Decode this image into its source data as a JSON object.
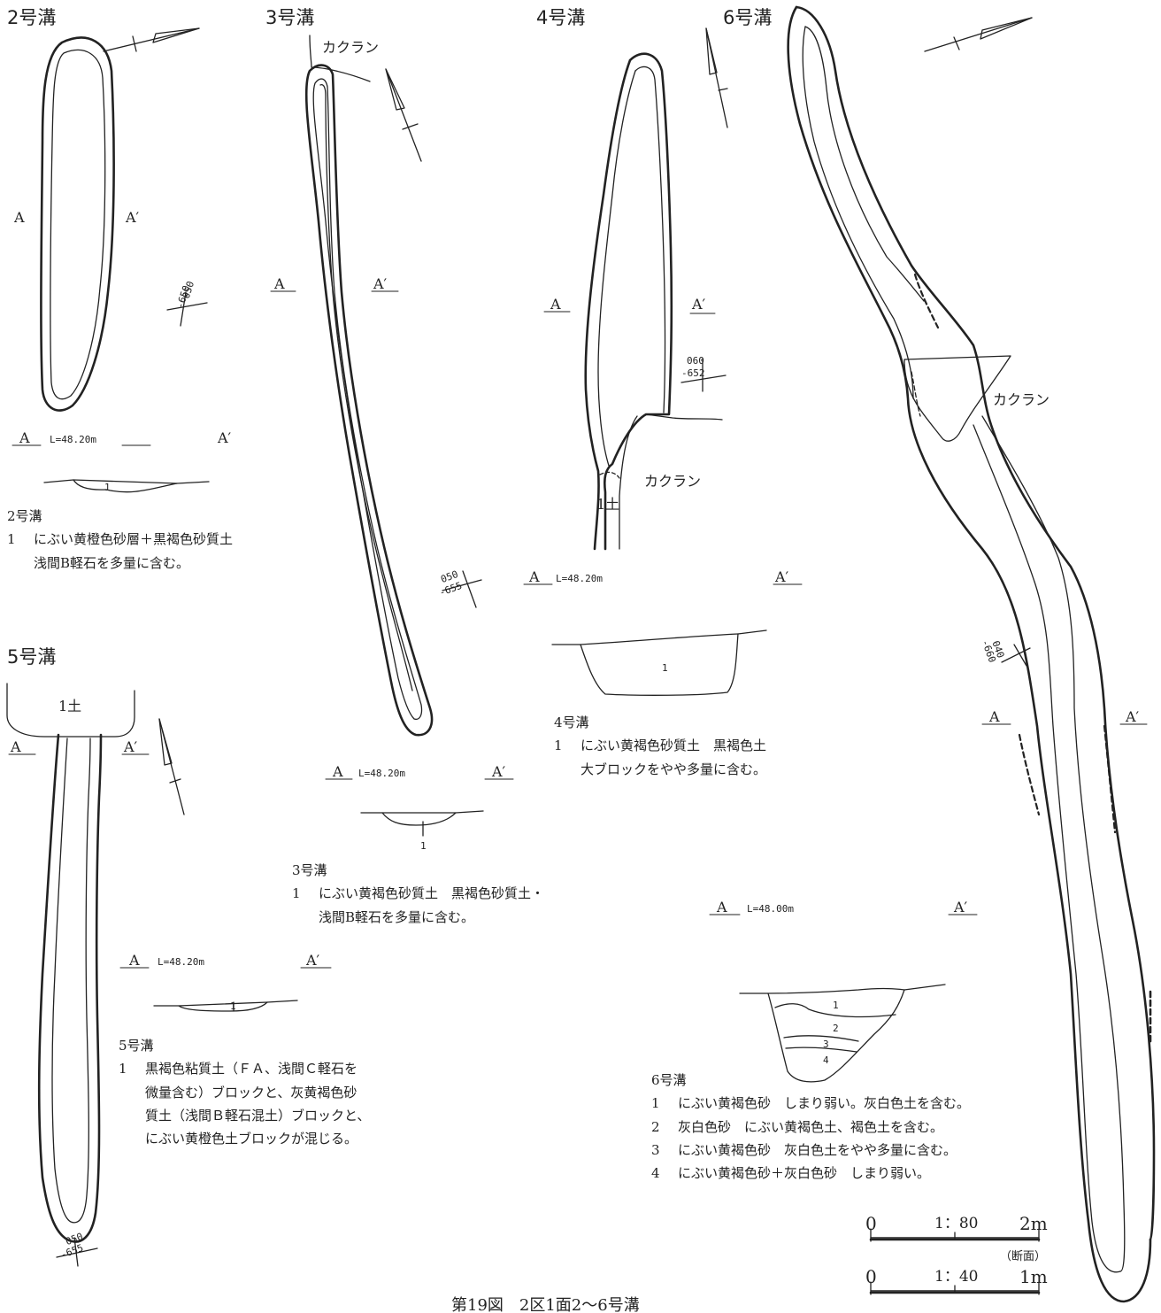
{
  "ditches": {
    "d2": {
      "title": "2号溝",
      "a": "A",
      "a2": "A′",
      "sec_a": "A",
      "sec_l": "L=48.20m",
      "sec_a2": "A′",
      "layer_no": "1",
      "grid_a": "050",
      "grid_b": "-650",
      "legend": {
        "title": "2号溝",
        "n1": "1",
        "l1": "にぶい黄橙色砂層＋黒褐色砂質土",
        "l2": "浅間B軽石を多量に含む。"
      }
    },
    "d3": {
      "title": "3号溝",
      "kakuran": "カクラン",
      "a": "A",
      "a2": "A′",
      "sec_a": "A",
      "sec_l": "L=48.20m",
      "sec_a2": "A′",
      "layer_no": "1",
      "grid_a": "050",
      "grid_b": "-655",
      "legend": {
        "title": "3号溝",
        "n1": "1",
        "l1": "にぶい黄褐色砂質土　黒褐色砂質土・",
        "l2": "浅間B軽石を多量に含む。"
      }
    },
    "d4": {
      "title": "4号溝",
      "kakuran": "カクラン",
      "soil": "1土",
      "a": "A",
      "a2": "A′",
      "sec_a": "A",
      "sec_l": "L=48.20m",
      "sec_a2": "A′",
      "layer_no": "1",
      "grid_a": "060",
      "grid_b": "-652",
      "legend": {
        "title": "4号溝",
        "n1": "1",
        "l1": "にぶい黄褐色砂質土　黒褐色土",
        "l2": "大ブロックをやや多量に含む。"
      }
    },
    "d5": {
      "title": "5号溝",
      "soil": "1土",
      "a": "A",
      "a2": "A′",
      "sec_a": "A",
      "sec_l": "L=48.20m",
      "sec_a2": "A′",
      "layer_no": "1",
      "grid_a": "050",
      "grid_b": "-655",
      "legend": {
        "title": "5号溝",
        "n1": "1",
        "l1": "黒褐色粘質土（ＦＡ、浅間Ｃ軽石を",
        "l2": "微量含む）ブロックと、灰黄褐色砂",
        "l3": "質土（浅間Ｂ軽石混土）ブロックと、",
        "l4": "にぶい黄橙色土ブロックが混じる。"
      }
    },
    "d6": {
      "title": "6号溝",
      "kakuran": "カクラン",
      "a": "A",
      "a2": "A′",
      "sec_a": "A",
      "sec_l": "L=48.00m",
      "sec_a2": "A′",
      "layers": [
        "1",
        "2",
        "3",
        "4"
      ],
      "grid_a": "040",
      "grid_b": "-660",
      "legend": {
        "title": "6号溝",
        "rows": [
          {
            "n": "1",
            "t": "にぶい黄褐色砂　しまり弱い。灰白色土を含む。"
          },
          {
            "n": "2",
            "t": "灰白色砂　にぶい黄褐色土、褐色土を含む。"
          },
          {
            "n": "3",
            "t": "にぶい黄褐色砂　灰白色土をやや多量に含む。"
          },
          {
            "n": "4",
            "t": "にぶい黄褐色砂＋灰白色砂　しまり弱い。"
          }
        ]
      }
    }
  },
  "scale": {
    "plan_zero": "0",
    "plan_ratio": "1：80",
    "plan_len": "2m",
    "sec_note": "（断面）",
    "sec_zero": "0",
    "sec_ratio": "1：40",
    "sec_len": "1m"
  },
  "caption": "第19図　2区1面2～6号溝"
}
